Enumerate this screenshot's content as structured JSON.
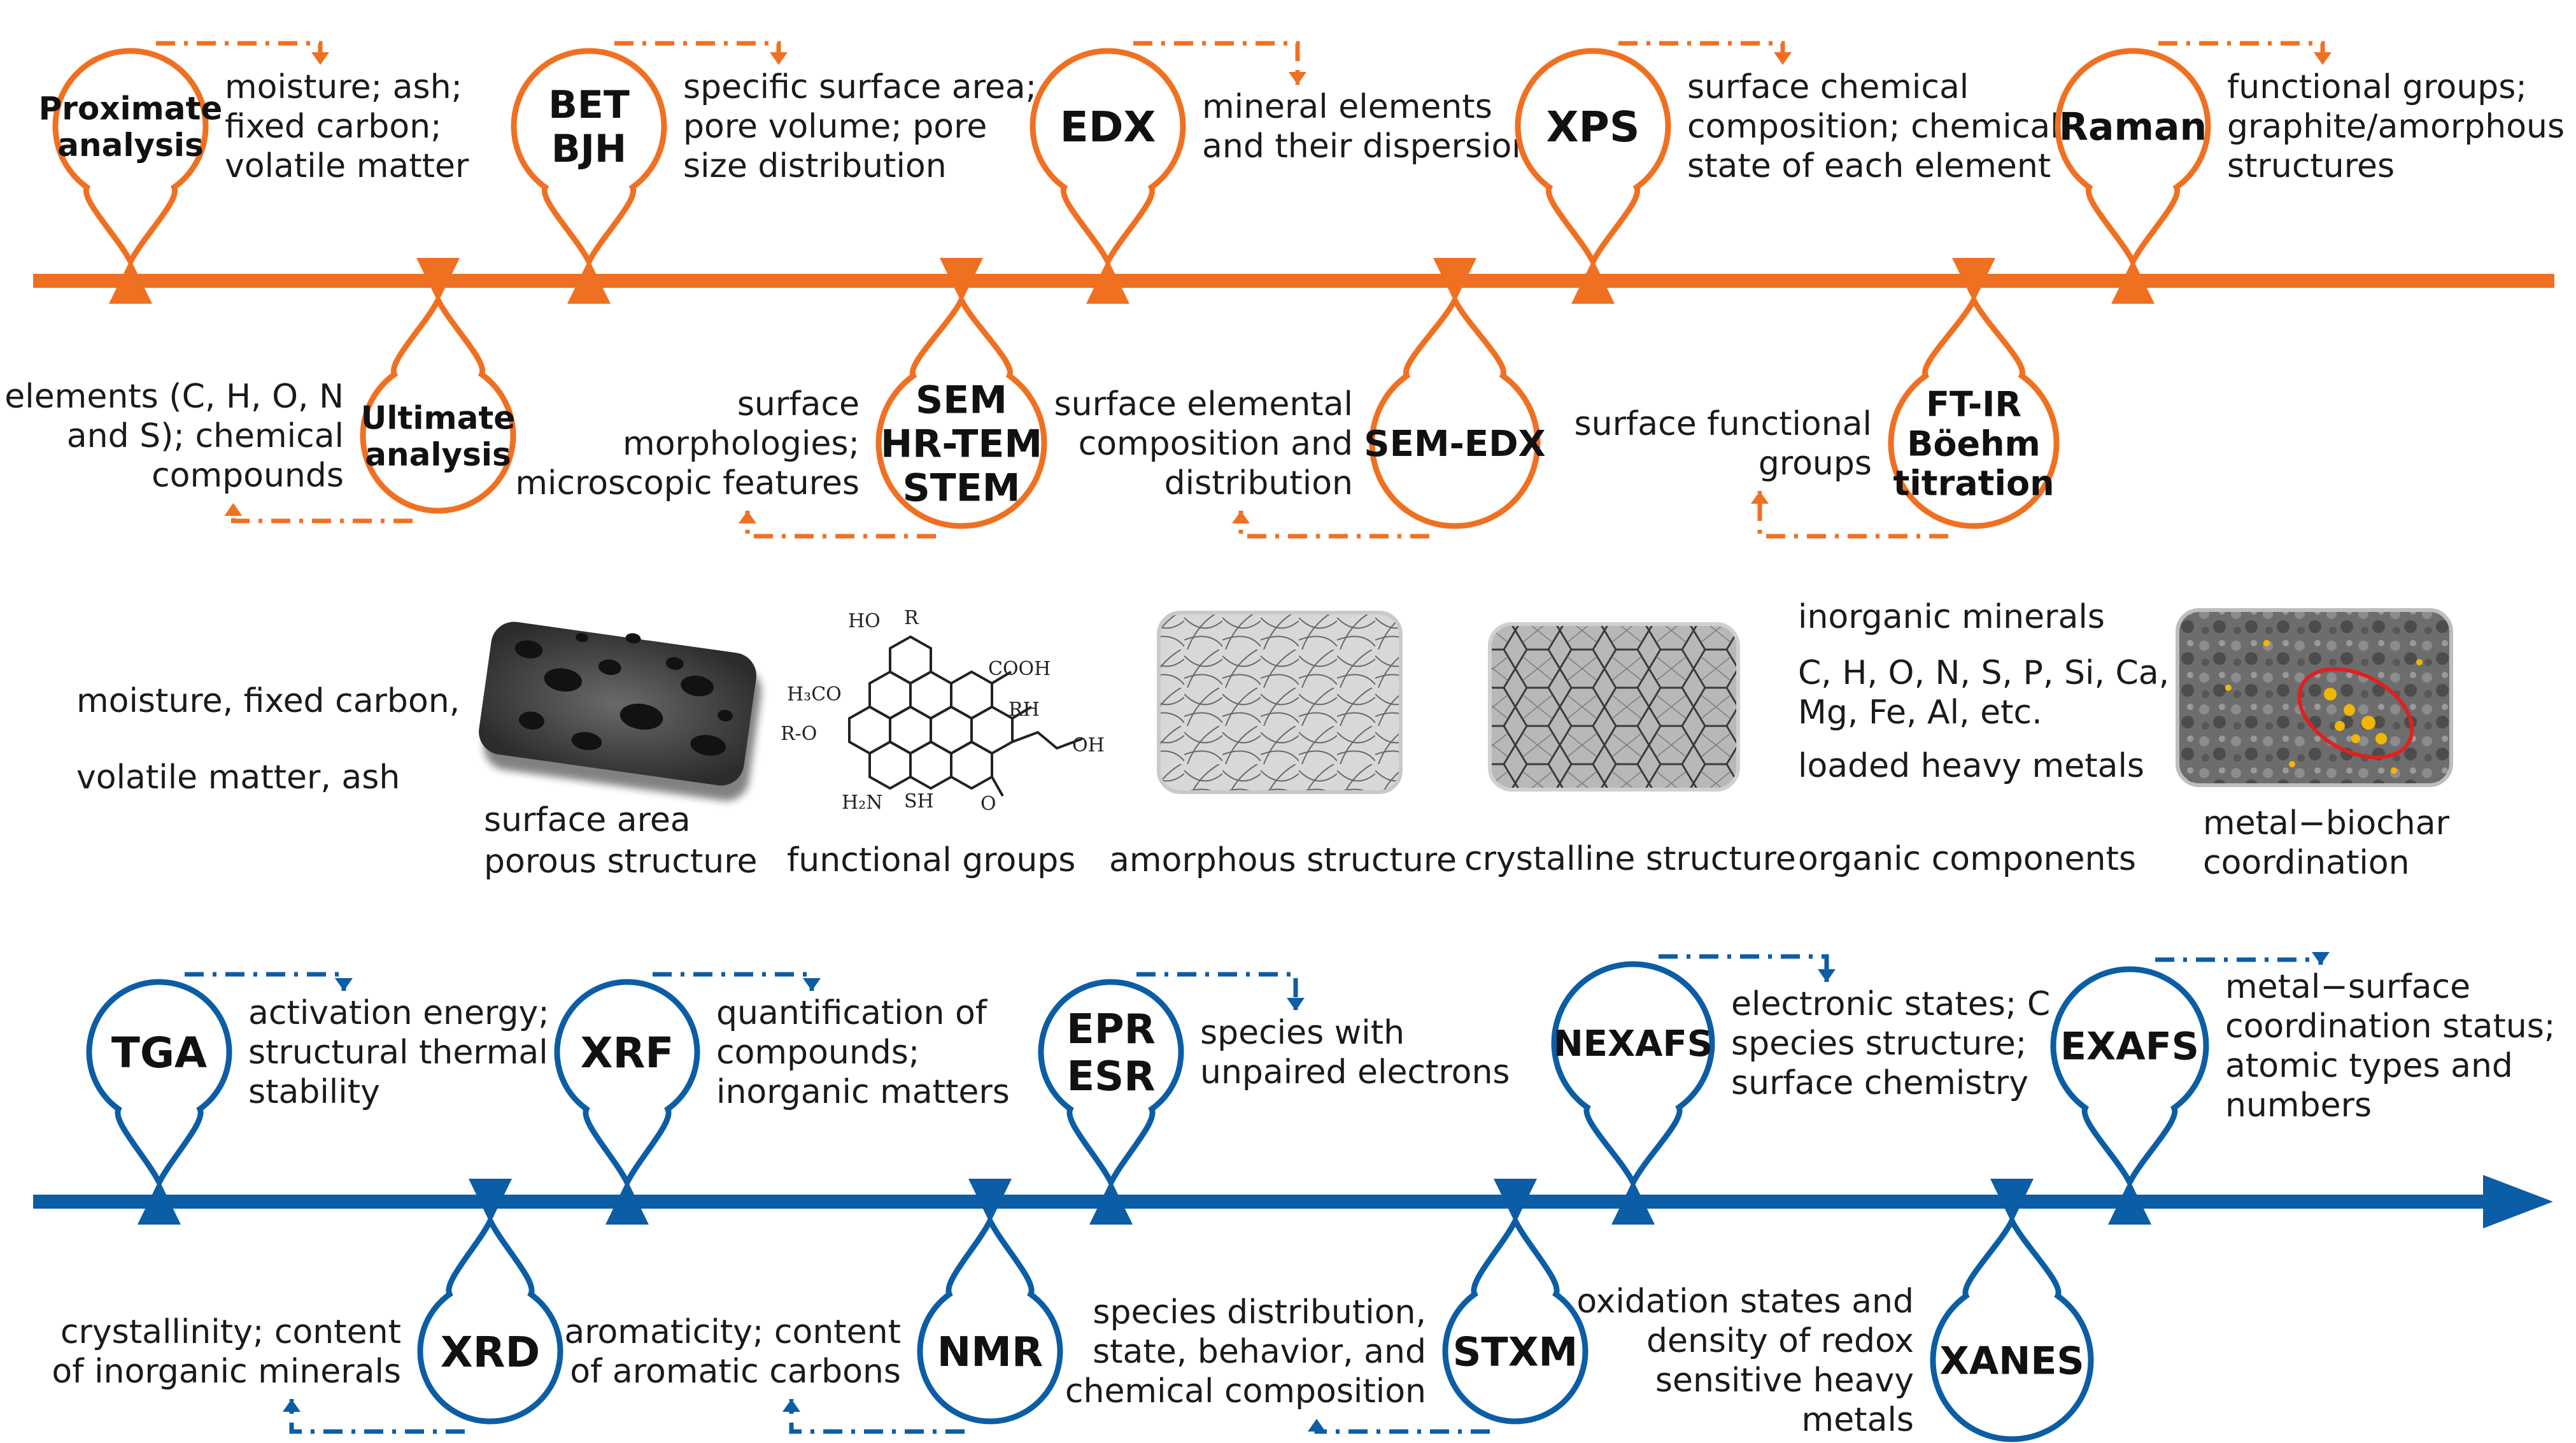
{
  "colors": {
    "orange": "#F07021",
    "blue": "#0B5DA5",
    "text": "#1a1a1a"
  },
  "top_techniques": [
    {
      "label": [
        "Proximate",
        "analysis"
      ],
      "desc": [
        "moisture; ash;",
        "fixed carbon;",
        "volatile matter"
      ]
    },
    {
      "label": [
        "Ultimate",
        "analysis"
      ],
      "desc": [
        "elements (C, H, O, N",
        "and S); chemical",
        "compounds"
      ]
    },
    {
      "label": [
        "BET",
        "BJH"
      ],
      "desc": [
        "specific surface area;",
        "pore volume; pore",
        "size distribution"
      ]
    },
    {
      "label": [
        "SEM",
        "HR-TEM",
        "STEM"
      ],
      "desc": [
        "surface",
        "morphologies;",
        "microscopic features"
      ]
    },
    {
      "label": [
        "EDX"
      ],
      "desc": [
        "mineral elements",
        "and their dispersion"
      ]
    },
    {
      "label": [
        "SEM-EDX"
      ],
      "desc": [
        "surface elemental",
        "composition and",
        "distribution"
      ]
    },
    {
      "label": [
        "XPS"
      ],
      "desc": [
        "surface chemical",
        "composition; chemical",
        "state of each element"
      ]
    },
    {
      "label": [
        "FT-IR",
        "Böehm",
        "titration"
      ],
      "desc": [
        "surface functional",
        "groups"
      ]
    },
    {
      "label": [
        "Raman"
      ],
      "desc": [
        "functional groups;",
        "graphite/amorphous",
        "structures"
      ]
    }
  ],
  "bottom_techniques": [
    {
      "label": [
        "TGA"
      ],
      "desc": [
        "activation energy;",
        "structural thermal",
        "stability"
      ]
    },
    {
      "label": [
        "XRD"
      ],
      "desc": [
        "crystallinity; content",
        "of inorganic minerals"
      ]
    },
    {
      "label": [
        "XRF"
      ],
      "desc": [
        "quantification of",
        "compounds;",
        "inorganic matters"
      ]
    },
    {
      "label": [
        "NMR"
      ],
      "desc": [
        "aromaticity; content",
        "of aromatic carbons"
      ]
    },
    {
      "label": [
        "EPR",
        "ESR"
      ],
      "desc": [
        "species with",
        "unpaired electrons"
      ]
    },
    {
      "label": [
        "STXM"
      ],
      "desc": [
        "species distribution,",
        "state, behavior, and",
        "chemical composition"
      ]
    },
    {
      "label": [
        "NEXAFS"
      ],
      "desc": [
        "electronic states; C",
        "species structure;",
        "surface chemistry"
      ]
    },
    {
      "label": [
        "XANES"
      ],
      "desc": [
        "oxidation states and",
        "density of redox",
        "sensitive heavy",
        "metals"
      ]
    },
    {
      "label": [
        "EXAFS"
      ],
      "desc": [
        "metal−surface",
        "coordination status;",
        "atomic types and",
        "numbers"
      ]
    }
  ],
  "middle_panel": {
    "properties": [
      "moisture, fixed carbon,",
      "volatile matter, ash"
    ],
    "surface_area": [
      "surface area",
      "porous structure"
    ],
    "functional_groups": "functional groups",
    "amorphous": "amorphous structure",
    "crystalline": "crystalline structure",
    "inorganic": [
      "inorganic minerals",
      "C, H, O, N, S, P, Si, Ca,",
      "Mg, Fe, Al, etc.",
      "loaded heavy metals"
    ],
    "organic": "organic components",
    "metal_biochar": [
      "metal−biochar",
      "coordination"
    ],
    "molecule_labels": [
      "HO",
      "R",
      "COOH",
      "H₃CO",
      "RH",
      "R-O",
      "OH",
      "H₂N",
      "SH",
      "O"
    ]
  }
}
